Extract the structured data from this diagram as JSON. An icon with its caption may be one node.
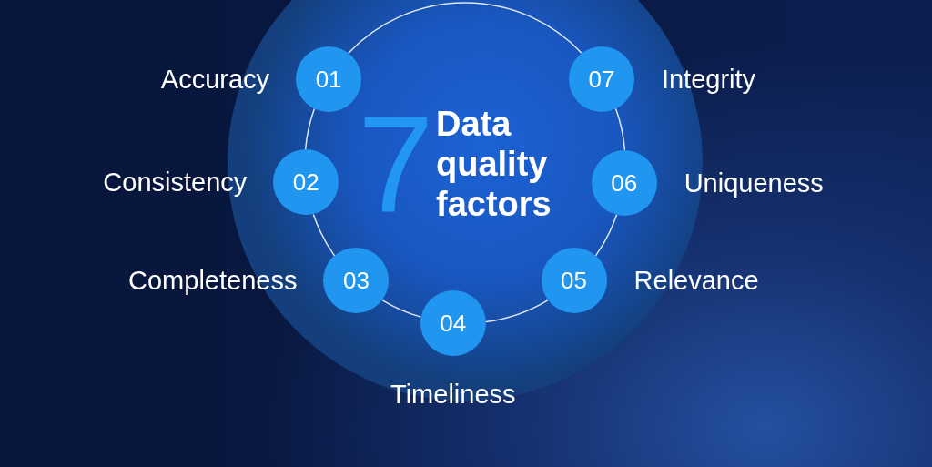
{
  "diagram": {
    "nodes": [
      {
        "text": [
          "7",
          "Data quality factors"
        ]
      },
      {
        "text": [
          "01"
        ],
        "in": 0,
        "beside": [
          "Accuracy"
        ]
      },
      {
        "text": [
          "02"
        ],
        "in": 0,
        "beside": [
          "Consistency"
        ]
      },
      {
        "text": [
          "03"
        ],
        "in": 0,
        "beside": [
          "Completeness"
        ]
      },
      {
        "text": [
          "04"
        ],
        "in": 0,
        "beside": [
          "Timeliness"
        ]
      },
      {
        "text": [
          "05"
        ],
        "in": 0,
        "beside": [
          "Relevance"
        ]
      },
      {
        "text": [
          "06"
        ],
        "in": 0,
        "beside": [
          "Uniqueness"
        ]
      },
      {
        "text": [
          "07"
        ],
        "in": 0,
        "beside": [
          "Integrity"
        ]
      }
    ],
    "edges": [
      {
        "from": 1,
        "to": 2,
        "arrow": "none"
      },
      {
        "from": 2,
        "to": 3,
        "arrow": "none"
      },
      {
        "from": 3,
        "to": 4,
        "arrow": "none"
      },
      {
        "from": 4,
        "to": 5,
        "arrow": "none"
      },
      {
        "from": 5,
        "to": 6,
        "arrow": "none"
      },
      {
        "from": 6,
        "to": 7,
        "arrow": "none"
      },
      {
        "from": 7,
        "to": 1,
        "arrow": "none"
      }
    ]
  }
}
